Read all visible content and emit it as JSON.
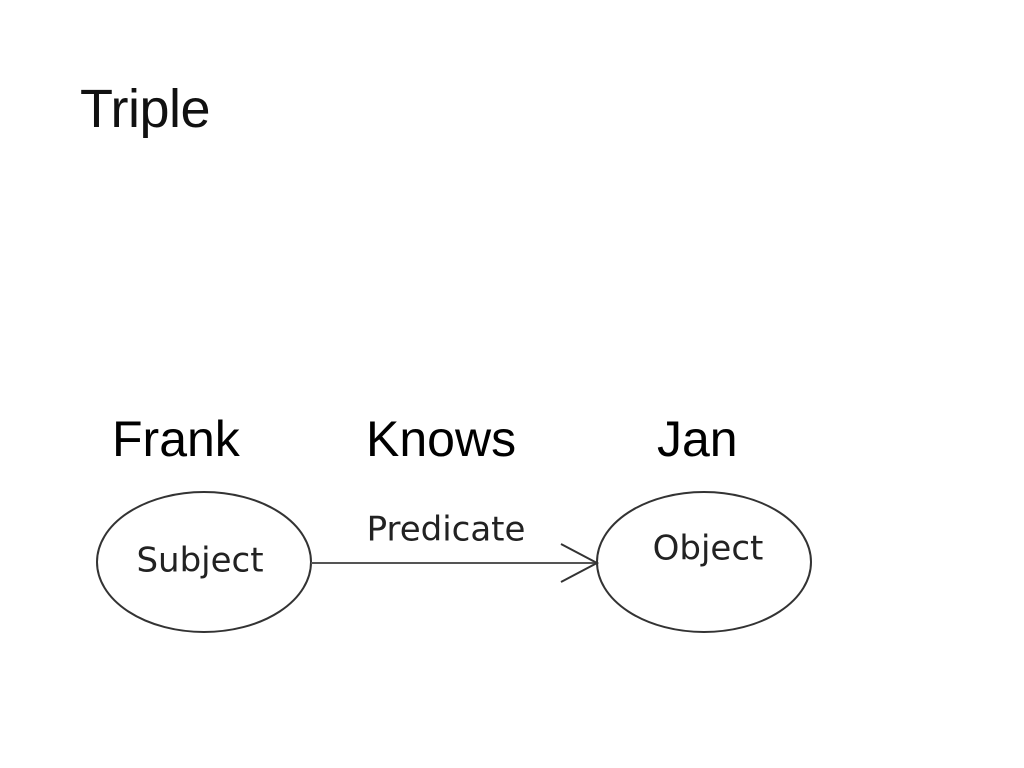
{
  "title": "Triple",
  "examples": {
    "subject": "Frank",
    "predicate": "Knows",
    "object": "Jan"
  },
  "diagram": {
    "subject_label": "Subject",
    "predicate_label": "Predicate",
    "object_label": "Object"
  },
  "colors": {
    "background": "#ffffff",
    "text": "#000000",
    "edge": "#555555"
  }
}
